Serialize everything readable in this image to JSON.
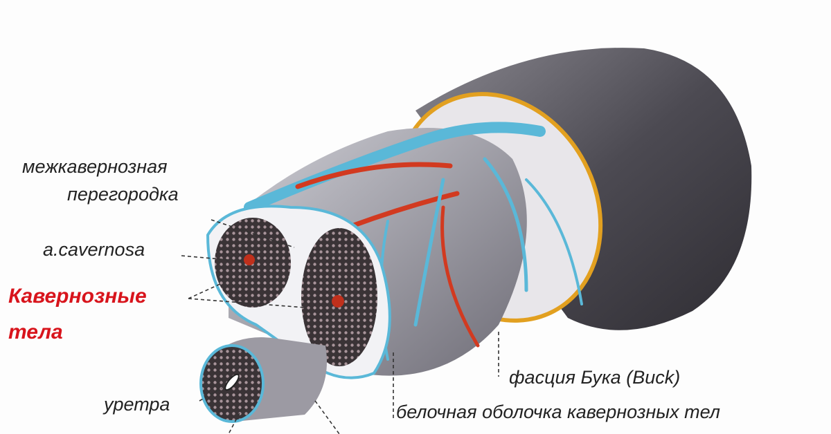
{
  "labels": {
    "septum_line1": "межкавернозная",
    "septum_line2": "перегородка",
    "artery": "a.cavernosa",
    "cavernous_line1": "Кавернозные",
    "cavernous_line2": "тела",
    "urethra": "уретра",
    "buck_fascia": "фасция Бука (Buck)",
    "tunica": "белочная оболочка кавернозных тел"
  },
  "colors": {
    "highlight": "#d8141c",
    "vein": "#5ab8d8",
    "artery": "#d23a20",
    "skin": "#55535a"
  }
}
